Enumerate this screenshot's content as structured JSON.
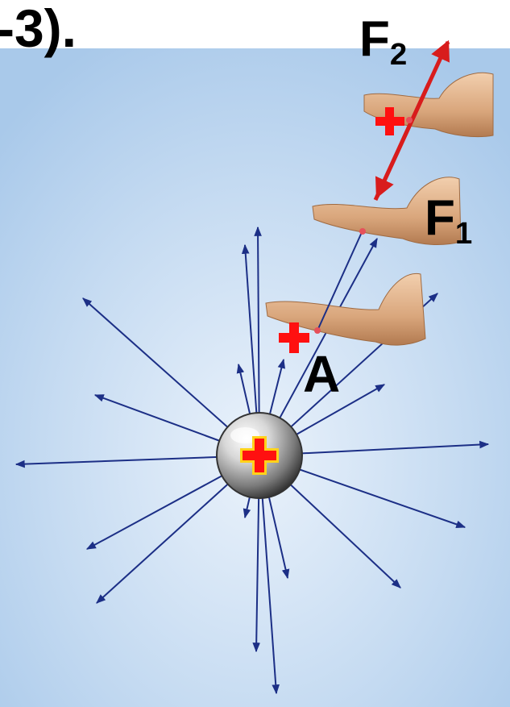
{
  "caption_fragment": "-3).",
  "labels": {
    "force2_letter": "F",
    "force2_sub": "2",
    "force1_letter": "F",
    "force1_sub": "1",
    "point": "A"
  },
  "colors": {
    "field_lines": "#1c2f86",
    "force_arrows": "#d81c1c",
    "plus_sign": "#ff1010",
    "background_top": "#ffffff",
    "background_bottom": "#a9c9ea"
  },
  "icons": {
    "central_charge": "positive-charge-sphere-icon",
    "test_charge": "plus-icon",
    "hand": "hand-icon"
  }
}
